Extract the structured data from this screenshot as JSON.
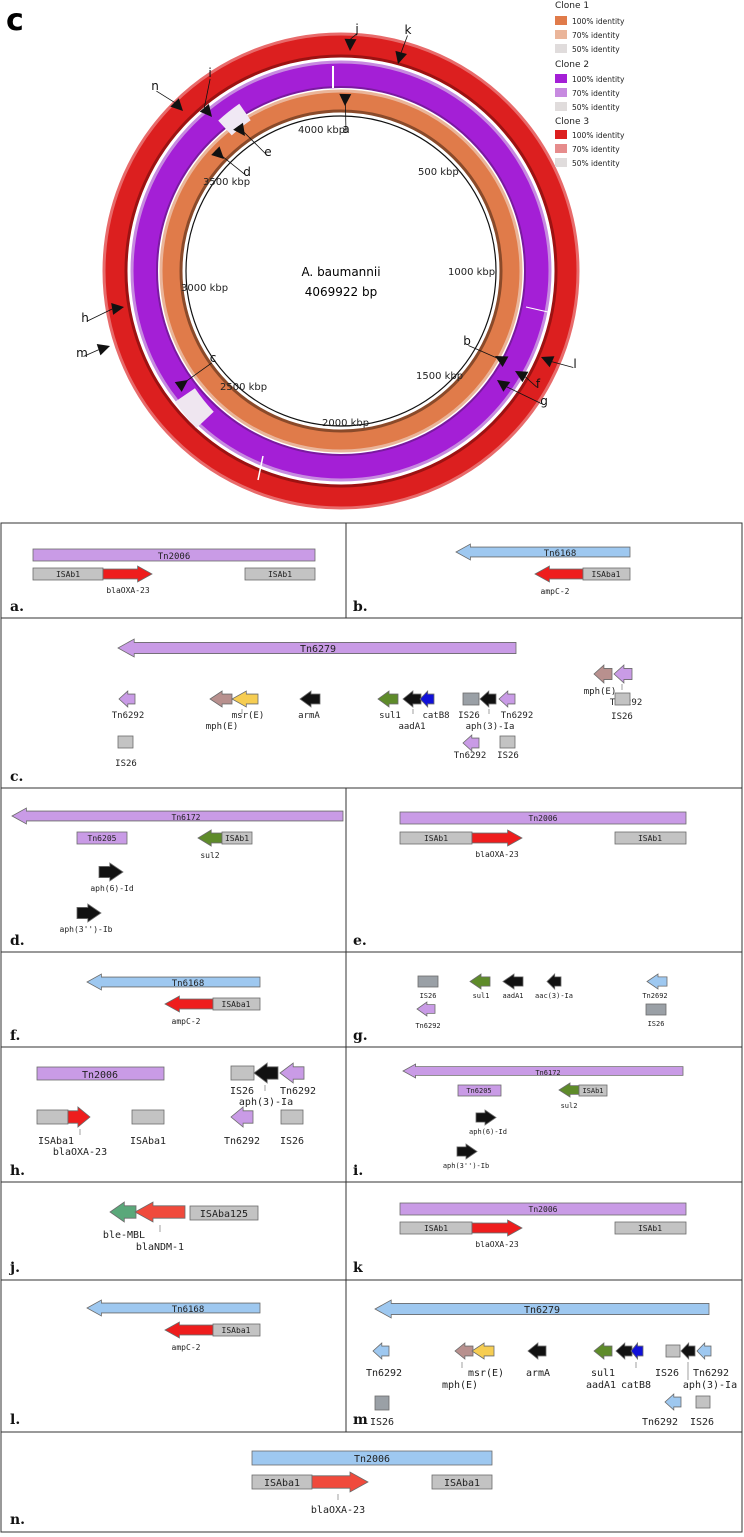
{
  "figure_letter": "c",
  "circle": {
    "organism": "A. baumannii",
    "size": "4069922 bp",
    "ticks": [
      "500 kbp",
      "1000 kbp",
      "1500 kbp",
      "2000 kbp",
      "2500 kbp",
      "3000 kbp",
      "3500 kbp",
      "4000 kbp"
    ]
  },
  "legend": [
    {
      "name": "Clone 1",
      "items": [
        [
          "100% identity",
          "#e07b4a"
        ],
        [
          "70% identity",
          "#eab59a"
        ],
        [
          "50% identity",
          "#e0dcdc"
        ]
      ]
    },
    {
      "name": "Clone 2",
      "items": [
        [
          "100% identity",
          "#a41fd6"
        ],
        [
          "70% identity",
          "#c78ae0"
        ],
        [
          "50% identity",
          "#e0dcdc"
        ]
      ]
    },
    {
      "name": "Clone 3",
      "items": [
        [
          "100% identity",
          "#dc1f1f"
        ],
        [
          "70% identity",
          "#e68c8c"
        ],
        [
          "50% identity",
          "#e0dcdc"
        ]
      ]
    }
  ],
  "markers": [
    "a",
    "b",
    "c",
    "d",
    "e",
    "f",
    "g",
    "h",
    "i",
    "j",
    "k",
    "l",
    "m",
    "n"
  ],
  "panels": [
    {
      "id": "a",
      "label": "a.",
      "labels": [
        "Tn2006",
        "ISAb1",
        "blaOXA-23",
        "ISAb1"
      ]
    },
    {
      "id": "b",
      "label": "b.",
      "labels": [
        "Tn6168",
        "ISAba1",
        "ampC-2"
      ]
    },
    {
      "id": "c",
      "label": "c.",
      "labels": [
        "Tn6279",
        "mph(E)",
        "Tn6292",
        "Tn6292",
        "mph(E)",
        "msr(E)",
        "armA",
        "sul1",
        "aadA1",
        "catB8",
        "IS26",
        "aph(3)-Ia",
        "Tn6292",
        "IS26",
        "IS26",
        "Tn6292",
        "IS26"
      ]
    },
    {
      "id": "d",
      "label": "d.",
      "labels": [
        "Tn6172",
        "Tn6205",
        "sul2",
        "ISAb1",
        "aph(6)-Id",
        "aph(3'')-Ib"
      ]
    },
    {
      "id": "e",
      "label": "e.",
      "labels": [
        "Tn2006",
        "ISAb1",
        "blaOXA-23",
        "ISAb1"
      ]
    },
    {
      "id": "f",
      "label": "f.",
      "labels": [
        "Tn6168",
        "ISAba1",
        "ampC-2"
      ]
    },
    {
      "id": "g",
      "label": "g.",
      "labels": [
        "IS26",
        "Tn6292",
        "sul1",
        "aadA1",
        "aac(3)-Ia",
        "Tn2692",
        "IS26"
      ]
    },
    {
      "id": "h",
      "label": "h.",
      "labels": [
        "Tn2006",
        "IS26",
        "aph(3)-Ia",
        "Tn6292",
        "ISAba1",
        "blaOXA-23",
        "ISAba1",
        "Tn6292",
        "IS26"
      ]
    },
    {
      "id": "i",
      "label": "i.",
      "labels": [
        "Tn6172",
        "Tn6205",
        "sul2",
        "ISAb1",
        "aph(6)-Id",
        "aph(3'')-Ib"
      ]
    },
    {
      "id": "j",
      "label": "j.",
      "labels": [
        "ble-MBL",
        "blaNDM-1",
        "ISAba125"
      ]
    },
    {
      "id": "k",
      "label": "k",
      "labels": [
        "Tn2006",
        "ISAb1",
        "blaOXA-23",
        "ISAb1"
      ]
    },
    {
      "id": "l",
      "label": "l.",
      "labels": [
        "Tn6168",
        "ISAba1",
        "ampC-2"
      ]
    },
    {
      "id": "m",
      "label": "m",
      "labels": [
        "Tn6279",
        "Tn6292",
        "mph(E)",
        "msr(E)",
        "armA",
        "sul1",
        "aadA1",
        "catB8",
        "IS26",
        "Tn6292",
        "aph(3)-Ia",
        "IS26",
        "Tn6292",
        "IS26"
      ]
    },
    {
      "id": "n",
      "label": "n.",
      "labels": [
        "Tn2006",
        "ISAba1",
        "blaOXA-23",
        "ISAba1"
      ]
    }
  ]
}
